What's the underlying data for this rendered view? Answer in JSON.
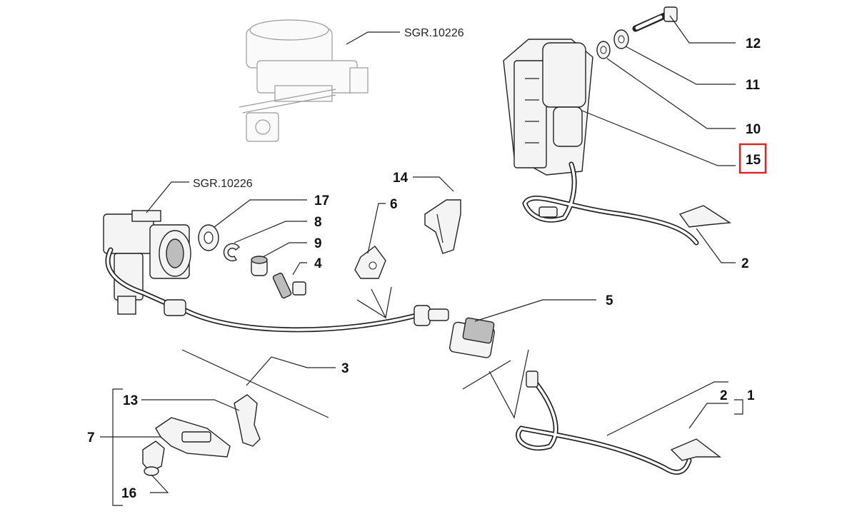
{
  "diagram": {
    "reference_labels": [
      "SGR.10226",
      "SGR.10226"
    ],
    "callouts": [
      "12",
      "11",
      "10",
      "15",
      "2",
      "14",
      "6",
      "17",
      "8",
      "9",
      "4",
      "5",
      "3",
      "13",
      "7",
      "16",
      "2",
      "1"
    ],
    "highlighted_callout": "15",
    "highlight_color": "#e02020",
    "line_color": "#222222"
  }
}
